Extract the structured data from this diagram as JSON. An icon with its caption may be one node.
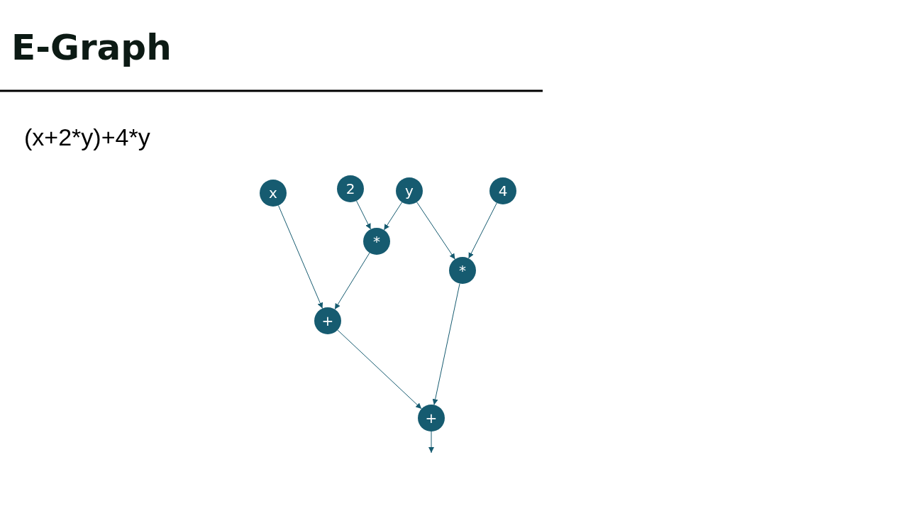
{
  "diagram": {
    "title": "E-Graph",
    "nodes": [
      {
        "text": [
          "x"
        ]
      },
      {
        "text": [
          "2"
        ]
      },
      {
        "text": [
          "y"
        ]
      },
      {
        "text": [
          "4"
        ]
      },
      {
        "text": [
          "*"
        ]
      },
      {
        "text": [
          "*"
        ]
      },
      {
        "text": [
          "+"
        ]
      },
      {
        "text": [
          "+"
        ]
      }
    ],
    "edges": [
      {
        "from": 0,
        "to": 6,
        "arrow": "to"
      },
      {
        "from": 1,
        "to": 4,
        "arrow": "to"
      },
      {
        "from": 2,
        "to": 4,
        "arrow": "to"
      },
      {
        "from": 2,
        "to": 5,
        "arrow": "to"
      },
      {
        "from": 3,
        "to": 5,
        "arrow": "to"
      },
      {
        "from": 4,
        "to": 6,
        "arrow": "to"
      },
      {
        "from": 6,
        "to": 7,
        "arrow": "to"
      },
      {
        "from": 5,
        "to": 7,
        "arrow": "to"
      },
      {
        "from": 7,
        "to": null,
        "arrow": "to"
      }
    ],
    "labels": [
      "(x+2*y)+4*y"
    ]
  }
}
